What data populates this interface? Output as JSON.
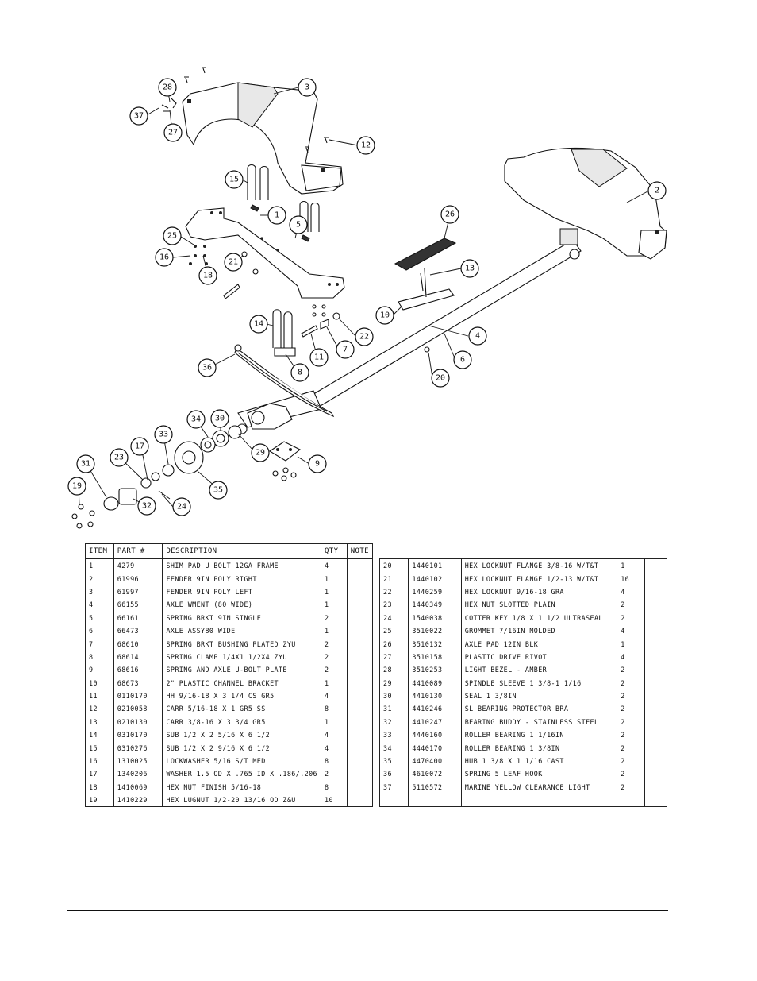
{
  "callouts": [
    "1",
    "2",
    "3",
    "4",
    "5",
    "6",
    "7",
    "8",
    "9",
    "10",
    "11",
    "12",
    "13",
    "14",
    "15",
    "16",
    "17",
    "18",
    "19",
    "20",
    "21",
    "22",
    "23",
    "24",
    "25",
    "26",
    "27",
    "28",
    "29",
    "30",
    "31",
    "32",
    "33",
    "34",
    "35",
    "36",
    "37"
  ],
  "table": {
    "headers": {
      "item": "ITEM",
      "part": "PART #",
      "description": "DESCRIPTION",
      "qty": "QTY",
      "note": "NOTE"
    },
    "left_rows": [
      {
        "item": "1",
        "part": "4279",
        "description": "SHIM PAD   U BOLT 12GA FRAME",
        "qty": "4",
        "note": ""
      },
      {
        "item": "2",
        "part": "61996",
        "description": "FENDER  9IN POLY RIGHT",
        "qty": "1",
        "note": ""
      },
      {
        "item": "3",
        "part": "61997",
        "description": "FENDER  9IN POLY LEFT",
        "qty": "1",
        "note": ""
      },
      {
        "item": "4",
        "part": "66155",
        "description": "AXLE WMENT (80 WIDE)",
        "qty": "1",
        "note": ""
      },
      {
        "item": "5",
        "part": "66161",
        "description": "SPRING BRKT  9IN SINGLE",
        "qty": "2",
        "note": ""
      },
      {
        "item": "6",
        "part": "66473",
        "description": "AXLE ASSY80 WIDE",
        "qty": "1",
        "note": ""
      },
      {
        "item": "7",
        "part": "68610",
        "description": "SPRING BRKT BUSHING PLATED ZYU",
        "qty": "2",
        "note": ""
      },
      {
        "item": "8",
        "part": "68614",
        "description": "SPRING CLAMP   1/4X1 1/2X4  ZYU",
        "qty": "2",
        "note": ""
      },
      {
        "item": "9",
        "part": "68616",
        "description": "SPRING AND AXLE U-BOLT PLATE",
        "qty": "2",
        "note": ""
      },
      {
        "item": "10",
        "part": "68673",
        "description": "2\" PLASTIC CHANNEL BRACKET",
        "qty": "1",
        "note": ""
      },
      {
        "item": "11",
        "part": "0110170",
        "description": "HH 9/16-18 X 3 1/4 CS GR5",
        "qty": "4",
        "note": ""
      },
      {
        "item": "12",
        "part": "0210058",
        "description": "CARR 5/16-18 X 1 GR5 SS",
        "qty": "8",
        "note": ""
      },
      {
        "item": "13",
        "part": "0210130",
        "description": "CARR 3/8-16 X 3 3/4 GR5",
        "qty": "1",
        "note": ""
      },
      {
        "item": "14",
        "part": "0310170",
        "description": "SUB 1/2 X 2 5/16 X 6 1/2",
        "qty": "4",
        "note": ""
      },
      {
        "item": "15",
        "part": "0310276",
        "description": "SUB 1/2 X 2 9/16 X 6 1/2",
        "qty": "4",
        "note": ""
      },
      {
        "item": "16",
        "part": "1310025",
        "description": "LOCKWASHER 5/16 S/T MED",
        "qty": "8",
        "note": ""
      },
      {
        "item": "17",
        "part": "1340206",
        "description": "WASHER 1.5 OD X .765 ID X .186/.206",
        "qty": "2",
        "note": ""
      },
      {
        "item": "18",
        "part": "1410069",
        "description": "HEX NUT FINISH 5/16-18",
        "qty": "8",
        "note": ""
      },
      {
        "item": "19",
        "part": "1410229",
        "description": "HEX LUGNUT 1/2-20 13/16 OD Z&U",
        "qty": "10",
        "note": ""
      }
    ],
    "right_rows": [
      {
        "item": "20",
        "part": "1440101",
        "description": "HEX LOCKNUT FLANGE 3/8-16 W/T&T",
        "qty": "1",
        "note": ""
      },
      {
        "item": "21",
        "part": "1440102",
        "description": "HEX LOCKNUT FLANGE 1/2-13 W/T&T",
        "qty": "16",
        "note": ""
      },
      {
        "item": "22",
        "part": "1440259",
        "description": "HEX LOCKNUT 9/16-18 GRA",
        "qty": "4",
        "note": ""
      },
      {
        "item": "23",
        "part": "1440349",
        "description": "HEX NUT SLOTTED PLAIN",
        "qty": "2",
        "note": ""
      },
      {
        "item": "24",
        "part": "1540038",
        "description": "COTTER KEY 1/8 X 1 1/2 ULTRASEAL",
        "qty": "2",
        "note": ""
      },
      {
        "item": "25",
        "part": "3510022",
        "description": "GROMMET  7/16IN MOLDED",
        "qty": "4",
        "note": ""
      },
      {
        "item": "26",
        "part": "3510132",
        "description": "AXLE PAD 12IN  BLK",
        "qty": "1",
        "note": ""
      },
      {
        "item": "27",
        "part": "3510158",
        "description": "PLASTIC DRIVE RIVOT",
        "qty": "4",
        "note": ""
      },
      {
        "item": "28",
        "part": "3510253",
        "description": "LIGHT BEZEL - AMBER",
        "qty": "2",
        "note": ""
      },
      {
        "item": "29",
        "part": "4410089",
        "description": "SPINDLE SLEEVE  1 3/8-1 1/16",
        "qty": "2",
        "note": ""
      },
      {
        "item": "30",
        "part": "4410130",
        "description": "SEAL  1 3/8IN",
        "qty": "2",
        "note": ""
      },
      {
        "item": "31",
        "part": "4410246",
        "description": "SL BEARING PROTECTOR BRA",
        "qty": "2",
        "note": ""
      },
      {
        "item": "32",
        "part": "4410247",
        "description": "BEARING BUDDY - STAINLESS STEEL",
        "qty": "2",
        "note": ""
      },
      {
        "item": "33",
        "part": "4440160",
        "description": "ROLLER BEARING   1 1/16IN",
        "qty": "2",
        "note": ""
      },
      {
        "item": "34",
        "part": "4440170",
        "description": "ROLLER BEARING   1 3/8IN",
        "qty": "2",
        "note": ""
      },
      {
        "item": "35",
        "part": "4470400",
        "description": "HUB   1 3/8 X 1 1/16 CAST",
        "qty": "2",
        "note": ""
      },
      {
        "item": "36",
        "part": "4610072",
        "description": "SPRING  5 LEAF HOOK",
        "qty": "2",
        "note": ""
      },
      {
        "item": "37",
        "part": "5110572",
        "description": "MARINE YELLOW CLEARANCE LIGHT",
        "qty": "2",
        "note": ""
      },
      {
        "item": "",
        "part": "",
        "description": "",
        "qty": "",
        "note": ""
      }
    ]
  }
}
